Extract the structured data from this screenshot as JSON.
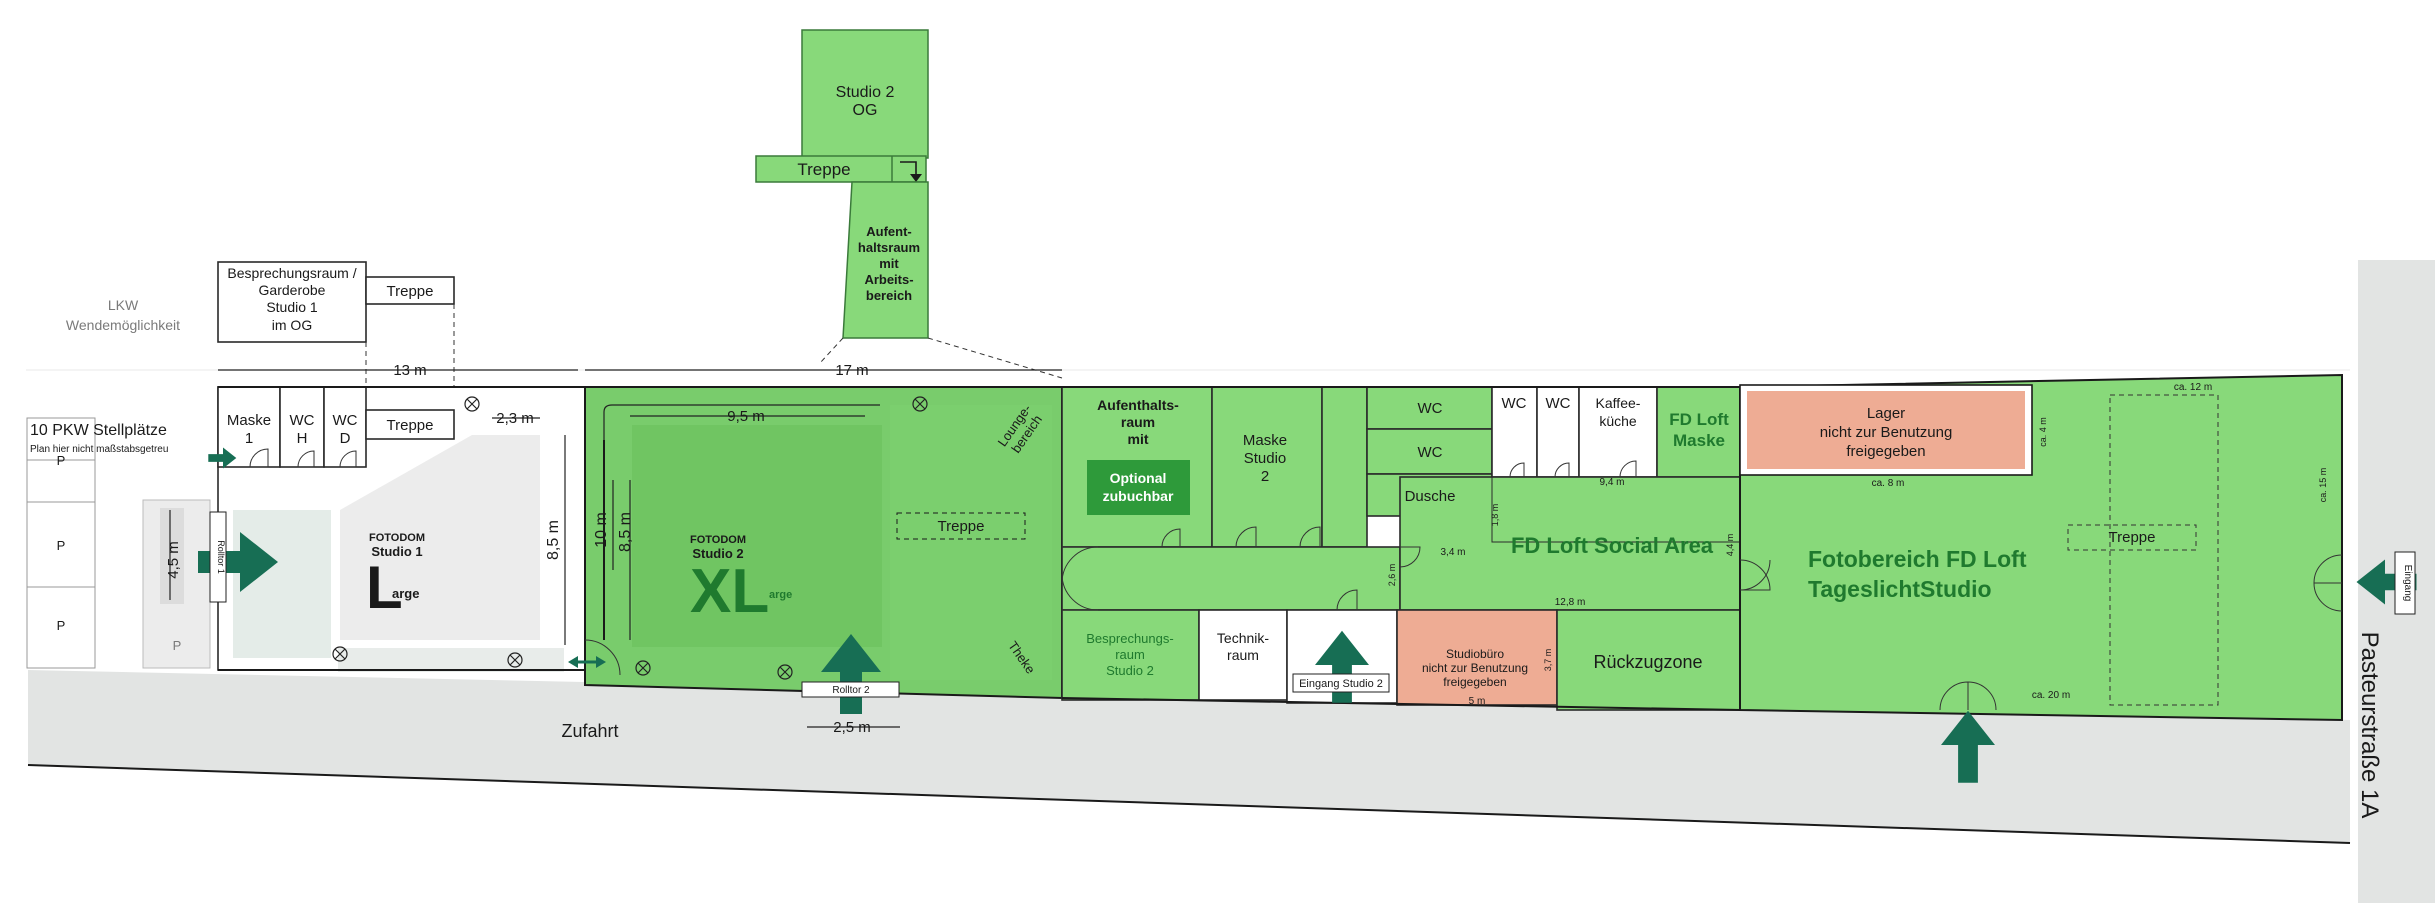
{
  "labels": {
    "lkw": [
      "LKW",
      "Wendemöglichkeit"
    ],
    "pkw_title": "10 PKW Stellplätze",
    "pkw_note": "Plan hier nicht maßstabsgetreu",
    "parking_p": "P",
    "besprechung_og": [
      "Besprechungsraum /",
      "Garderobe",
      "Studio 1",
      "im OG"
    ],
    "treppe": "Treppe",
    "maske_1": [
      "Maske",
      "1"
    ],
    "wc_h": [
      "WC",
      "H"
    ],
    "wc_d": [
      "WC",
      "D"
    ],
    "dim_13m": "13 m",
    "dim_17m": "17 m",
    "dim_2_3m": "2,3 m",
    "dim_8_5m": "8,5 m",
    "dim_4_5m": "4,5 m",
    "dim_10m": "10 m",
    "dim_9_5m": "9,5 m",
    "dim_2_5m": "2,5 m",
    "rolltor_1": "Rolltor 1",
    "rolltor_2": "Rolltor 2",
    "studio1_brand": "FOTODOM",
    "studio1_name": "Studio  1",
    "studio1_big": "L",
    "studio1_small": "arge",
    "studio2_brand": "FOTODOM",
    "studio2_name": "Studio  2",
    "studio2_big": "XL",
    "studio2_small": "arge",
    "lounge": [
      "Lounge-",
      "bereich"
    ],
    "theke": "Theke",
    "studio2_og": [
      "Studio 2",
      "OG"
    ],
    "aufenthalt_og": [
      "Aufent-",
      "haltsraum",
      "mit",
      "Arbeits-",
      "bereich"
    ],
    "aufenthalt": [
      "Aufenthalts-",
      "raum",
      "mit"
    ],
    "optional": [
      "Optional",
      "zubuchbar"
    ],
    "maske_2": [
      "Maske",
      "Studio",
      "2"
    ],
    "wc": "WC",
    "dusche": "Dusche",
    "kaffee": [
      "Kaffee-",
      "küche"
    ],
    "fd_loft_maske": [
      "FD Loft",
      "Maske"
    ],
    "lager": [
      "Lager",
      "nicht zur Benutzung",
      "freigegeben"
    ],
    "social_area": "FD Loft Social Area",
    "fotobereich": [
      "Fotobereich FD Loft",
      "TageslichtStudio"
    ],
    "besprechung_2": [
      "Besprechungs-",
      "raum",
      "Studio 2"
    ],
    "technik": [
      "Technik-",
      "raum"
    ],
    "eingang_2": "Eingang Studio 2",
    "studiobuero": [
      "Studiobüro",
      "nicht zur Benutzung",
      "freigegeben"
    ],
    "rueckzug": "Rückzugzone",
    "zufahrt": "Zufahrt",
    "eingang": "Eingang",
    "street": "Pasteurstraße 1A",
    "d_9_4m": "9,4 m",
    "d_3_4m": "3,4 m",
    "d_12_8m": "12,8 m",
    "d_1_8m": "1,8 m",
    "d_2_6m": "2,6 m",
    "d_4_4m": "4,4 m",
    "d_5m": "5 m",
    "d_3_7m": "3,7 m",
    "d_ca12m": "ca. 12 m",
    "d_ca8m": "ca. 8 m",
    "d_ca4m": "ca. 4 m",
    "d_ca15m": "ca. 15 m",
    "d_ca20m": "ca. 20 m"
  },
  "colors": {
    "green_room": "#88d97a",
    "green_dark_studio": "#79cc6c",
    "green_inner": "#6cc25e",
    "green_badge": "#2e9a3a",
    "salmon": "#eeac94",
    "arrow": "#176e54",
    "road": "#e2e4e3",
    "light_gray": "#eef0ef"
  }
}
